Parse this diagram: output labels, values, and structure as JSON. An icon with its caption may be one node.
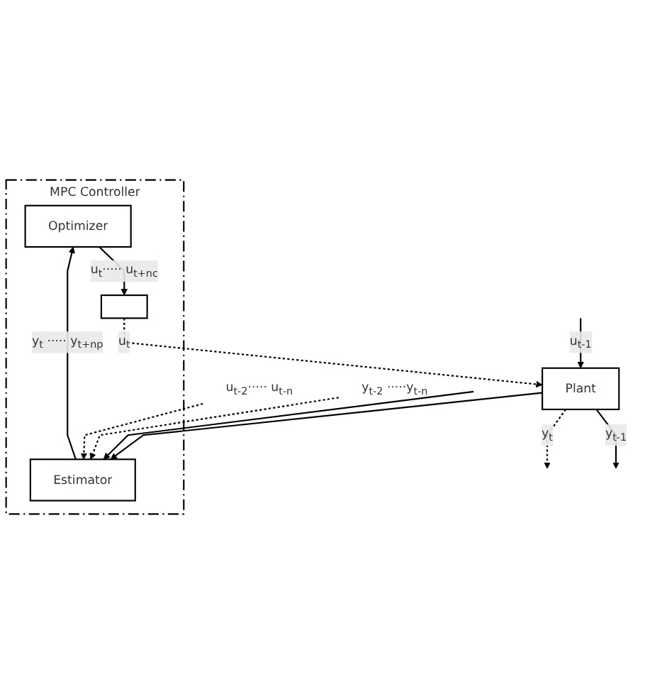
{
  "diagram": {
    "nodes": [
      {
        "text": [
          "MPC Controller"
        ]
      },
      {
        "text": [
          "Optimizer"
        ],
        "in": 0
      },
      {
        "text": [],
        "shape": "box",
        "in": 0
      },
      {
        "text": [
          "Estimator"
        ],
        "in": 0
      },
      {
        "text": [
          "Plant"
        ]
      },
      {
        "text": [
          "u$_{t-2}$····· u$_{t-n}$"
        ]
      },
      {
        "text": [
          "y$_{t-2}$ ·····y$_{t-n}$"
        ]
      }
    ],
    "edges": [
      {
        "from": 1,
        "to": 2,
        "arrow": "to",
        "label": "u$_{t}$····· u$_{t+nc}$"
      },
      {
        "from": 3,
        "to": 1,
        "arrow": "to",
        "label": "y$_{t}$ ····· y$_{t+np}$"
      },
      {
        "from": 2,
        "to": 4,
        "arrow": "to",
        "style": "dashed",
        "label": "u$_{t}$"
      },
      {
        "from": null,
        "to": 4,
        "arrow": "to",
        "label": "u$_{t-1}$"
      },
      {
        "from": null,
        "to": 3,
        "arrow": "to"
      },
      {
        "from": 4,
        "to": null,
        "arrow": "to",
        "label": "y$_{t-1}$"
      },
      {
        "from": 4,
        "to": 3,
        "arrow": "to"
      },
      {
        "from": 4,
        "to": null,
        "arrow": "to",
        "style": "dashed",
        "label": "y$_{t}$"
      },
      {
        "from": 5,
        "to": 3,
        "arrow": "to",
        "style": "dashed"
      },
      {
        "from": 6,
        "to": 3,
        "arrow": "to",
        "style": "dashed"
      }
    ]
  }
}
